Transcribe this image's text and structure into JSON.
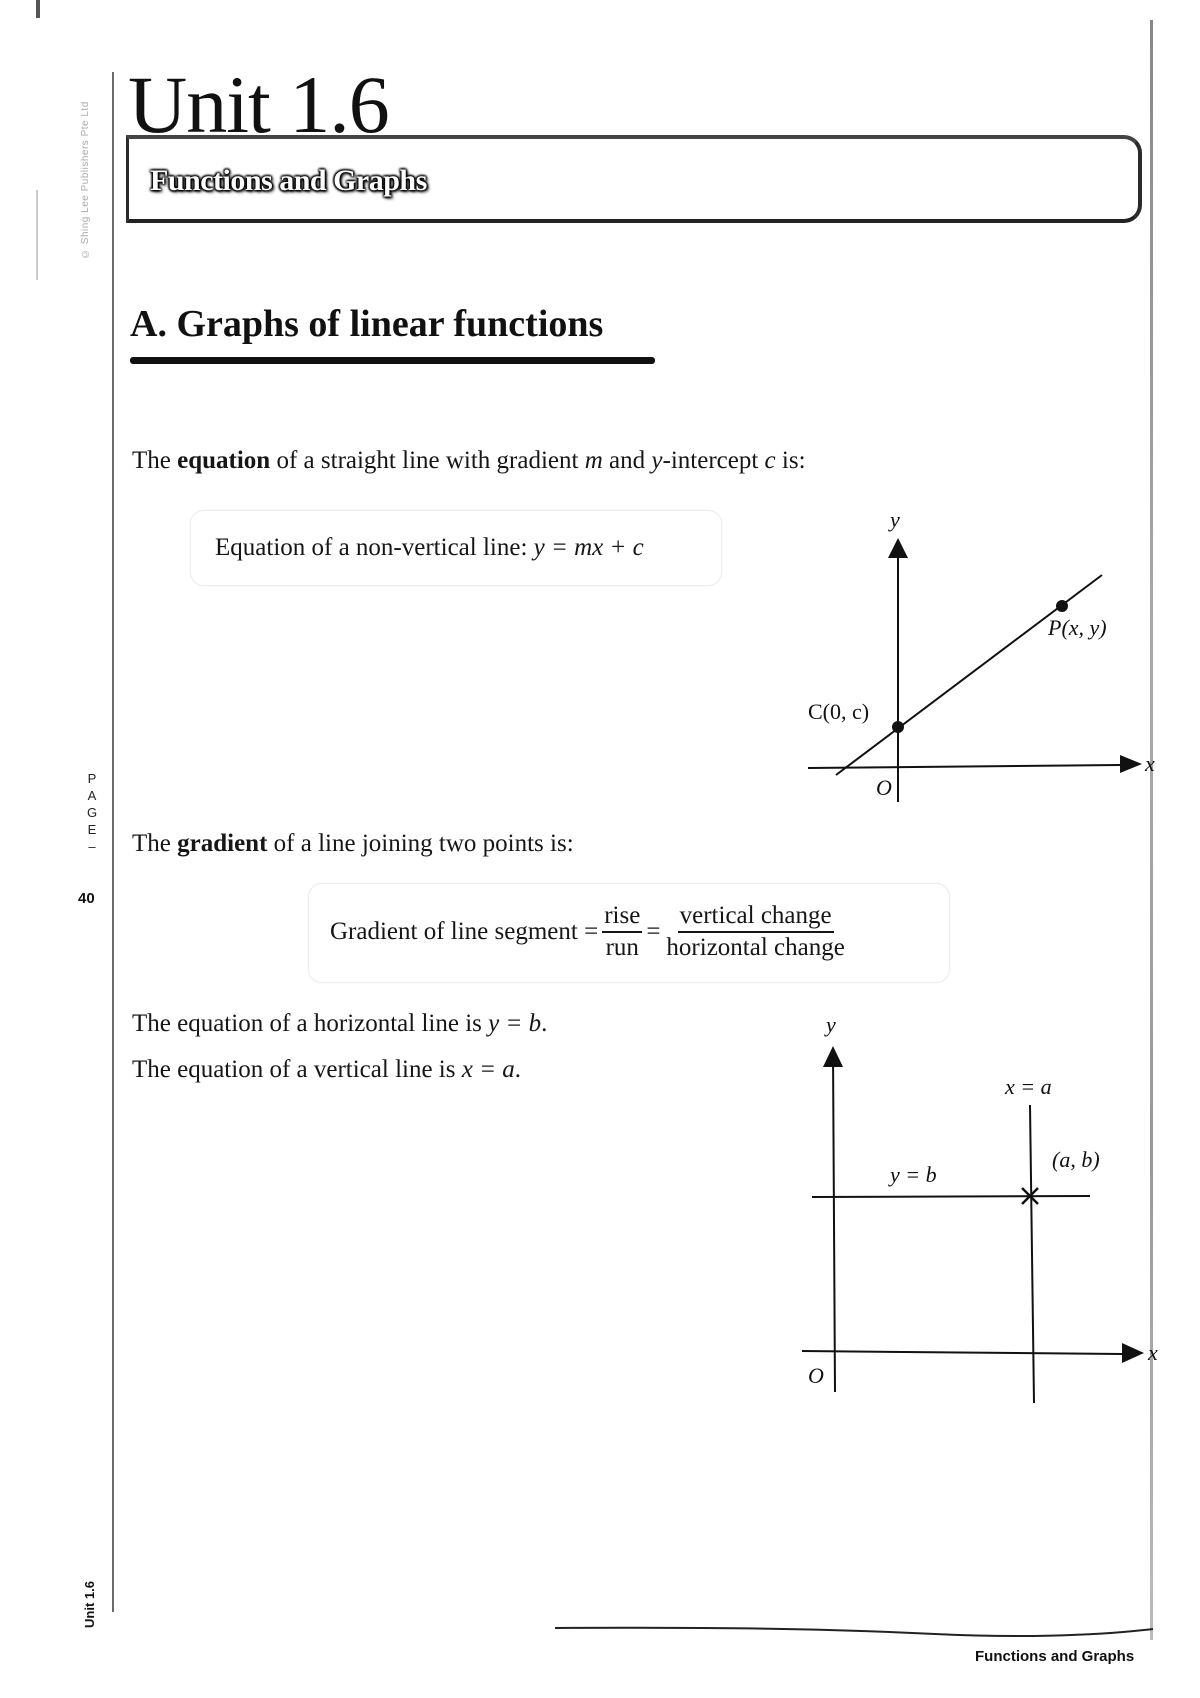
{
  "page": {
    "copyright": "© Shing Lee Publishers Pte Ltd",
    "page_label_letters": [
      "P",
      "A",
      "G",
      "E",
      "–"
    ],
    "page_number": "40",
    "side_unit_label": "Unit 1.6",
    "footer": "Functions and Graphs"
  },
  "header": {
    "unit_title": "Unit 1.6",
    "subtitle": "Functions and Graphs"
  },
  "section_a": {
    "heading": "A. Graphs of linear functions",
    "equation_intro": {
      "pre": "The ",
      "bold": "equation",
      "mid1": " of a straight line with gradient ",
      "m": "m",
      "mid2": " and ",
      "y": "y",
      "mid3": "-intercept ",
      "c": "c",
      "post": " is:"
    },
    "equation_box": {
      "label": "Equation of a non-vertical line: ",
      "formula": "y = mx + c"
    },
    "gradient_intro": {
      "pre": "The ",
      "bold": "gradient",
      "post": " of a line joining two points is:"
    },
    "gradient_box": {
      "label": "Gradient of line segment =",
      "frac1_num": "rise",
      "frac1_den": "run",
      "equals": "=",
      "frac2_num": "vertical change",
      "frac2_den": "horizontal change"
    },
    "horizontal_line": {
      "pre": "The equation of a horizontal line is ",
      "formula": "y = b",
      "post": "."
    },
    "vertical_line": {
      "pre": "The equation of a vertical line is ",
      "formula": "x = a",
      "post": "."
    }
  },
  "diagram1": {
    "y_axis_label": "y",
    "x_axis_label": "x",
    "origin_label": "O",
    "intercept_label": "C(0, c)",
    "point_label": "P(x, y)"
  },
  "diagram2": {
    "y_axis_label": "y",
    "x_axis_label": "x",
    "origin_label": "O",
    "vertical_line_label": "x = a",
    "horizontal_line_label": "y = b",
    "intersection_label": "(a, b)"
  }
}
